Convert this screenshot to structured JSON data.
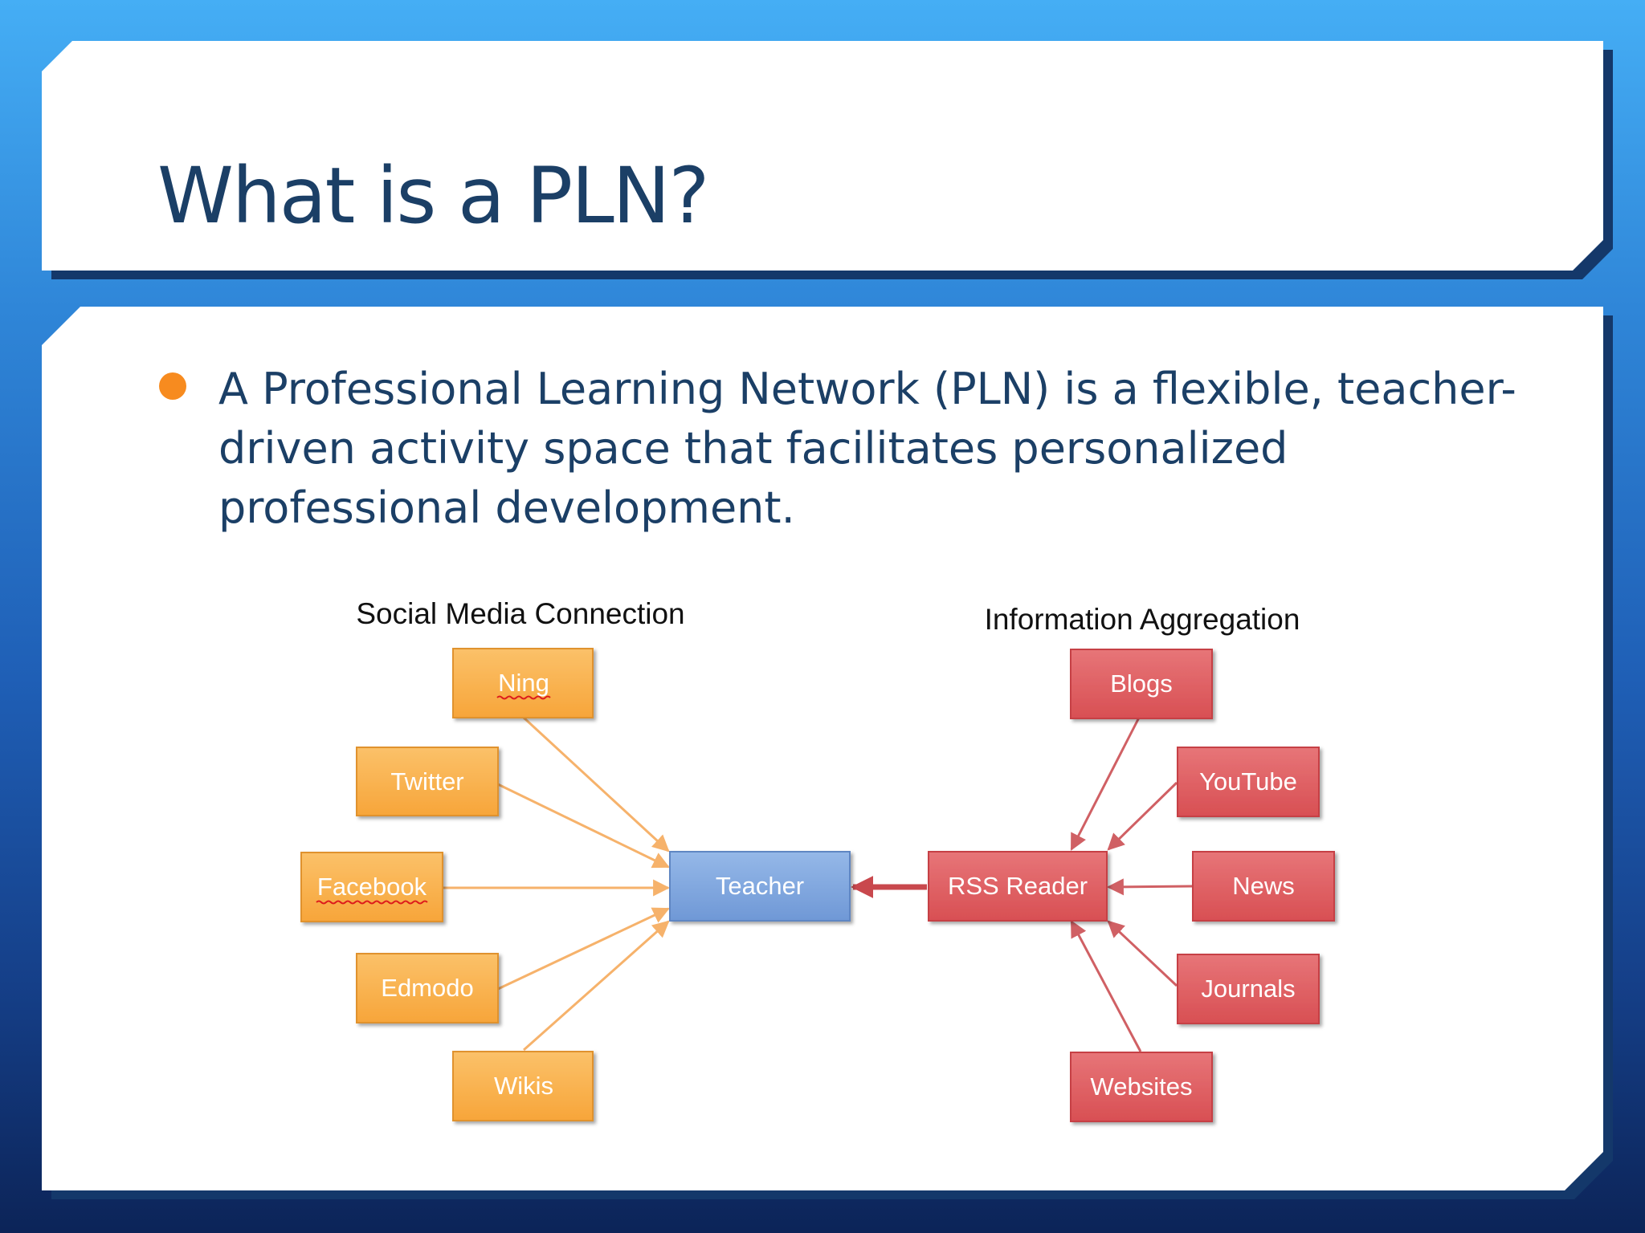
{
  "slide": {
    "title": "What is a PLN?",
    "bullet": "A Professional Learning Network (PLN) is a flexible, teacher-driven activity space that facilitates personalized professional development."
  },
  "diagram": {
    "left_group_label": "Social Media Connection",
    "right_group_label": "Information Aggregation",
    "center_node": "Teacher",
    "aggregator_node": "RSS Reader",
    "social_nodes": [
      "Ning",
      "Twitter",
      "Facebook",
      "Edmodo",
      "Wikis"
    ],
    "info_nodes": [
      "Blogs",
      "YouTube",
      "News",
      "Journals",
      "Websites"
    ],
    "colors": {
      "orange_fill": "#f9b04f",
      "blue_fill": "#7fa8df",
      "red_fill": "#dd5c5f",
      "orange_arrow": "#f6b26b",
      "red_arrow": "#d06064"
    }
  }
}
